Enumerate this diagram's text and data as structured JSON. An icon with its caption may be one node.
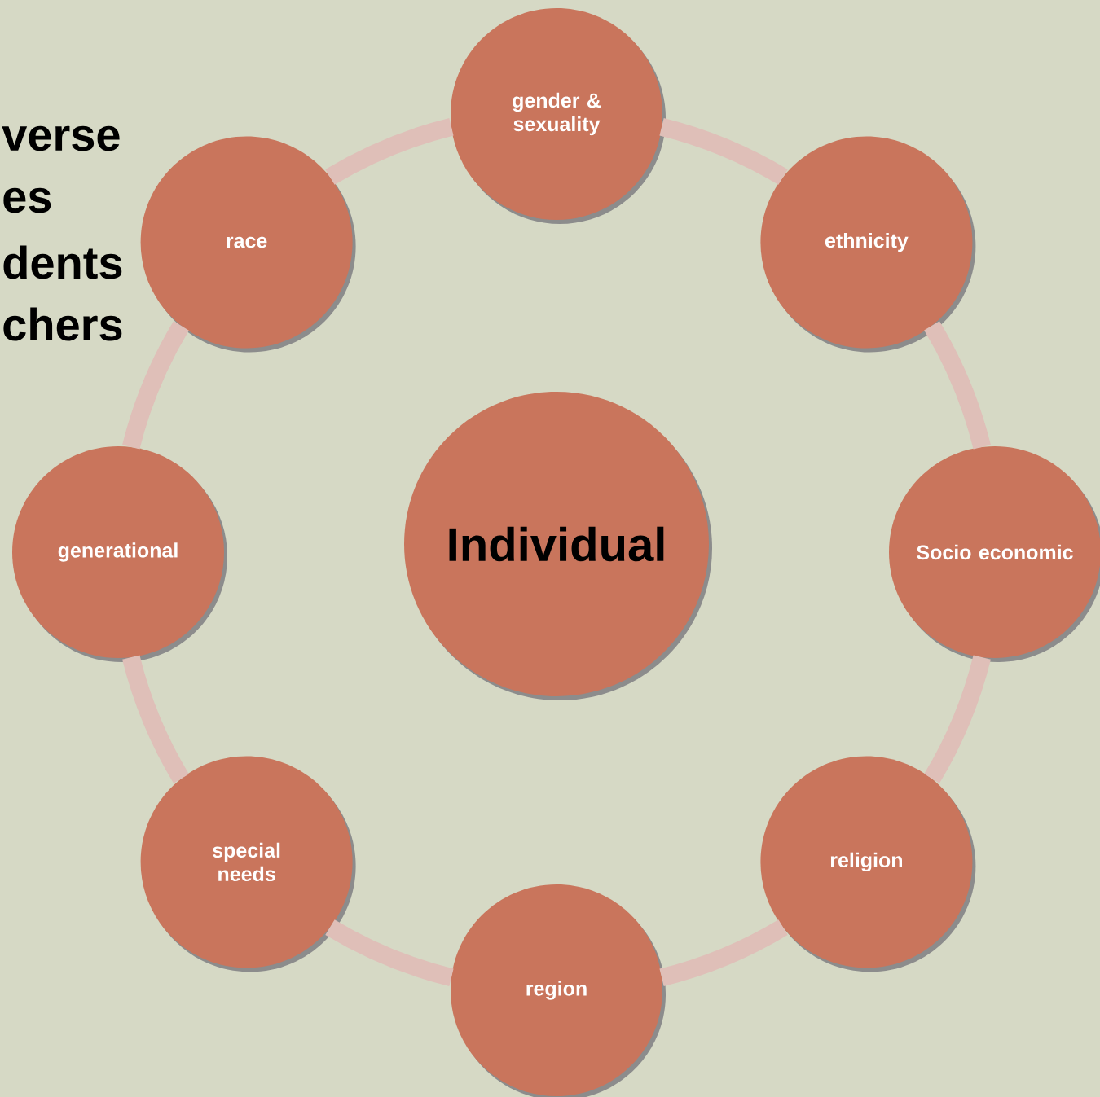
{
  "diagram": {
    "nodes": [
      {
        "text": [
          "Individual"
        ]
      },
      {
        "text": [
          "gender & sexuality"
        ]
      },
      {
        "text": [
          "ethnicity"
        ]
      },
      {
        "text": [
          "Socio economic"
        ]
      },
      {
        "text": [
          "religion"
        ]
      },
      {
        "text": [
          "region"
        ]
      },
      {
        "text": [
          "special needs"
        ]
      },
      {
        "text": [
          "generational"
        ]
      },
      {
        "text": [
          "race"
        ]
      }
    ],
    "edges": [
      {
        "from": 1,
        "to": 2,
        "arrow": "none"
      },
      {
        "from": 2,
        "to": 3,
        "arrow": "none"
      },
      {
        "from": 3,
        "to": 4,
        "arrow": "none"
      },
      {
        "from": 4,
        "to": 5,
        "arrow": "none"
      },
      {
        "from": 5,
        "to": 6,
        "arrow": "none"
      },
      {
        "from": 6,
        "to": 7,
        "arrow": "none"
      },
      {
        "from": 7,
        "to": 8,
        "arrow": "none"
      },
      {
        "from": 8,
        "to": 1,
        "arrow": "none"
      }
    ],
    "labels": [
      "verse",
      "es",
      "dents",
      "chers"
    ]
  }
}
